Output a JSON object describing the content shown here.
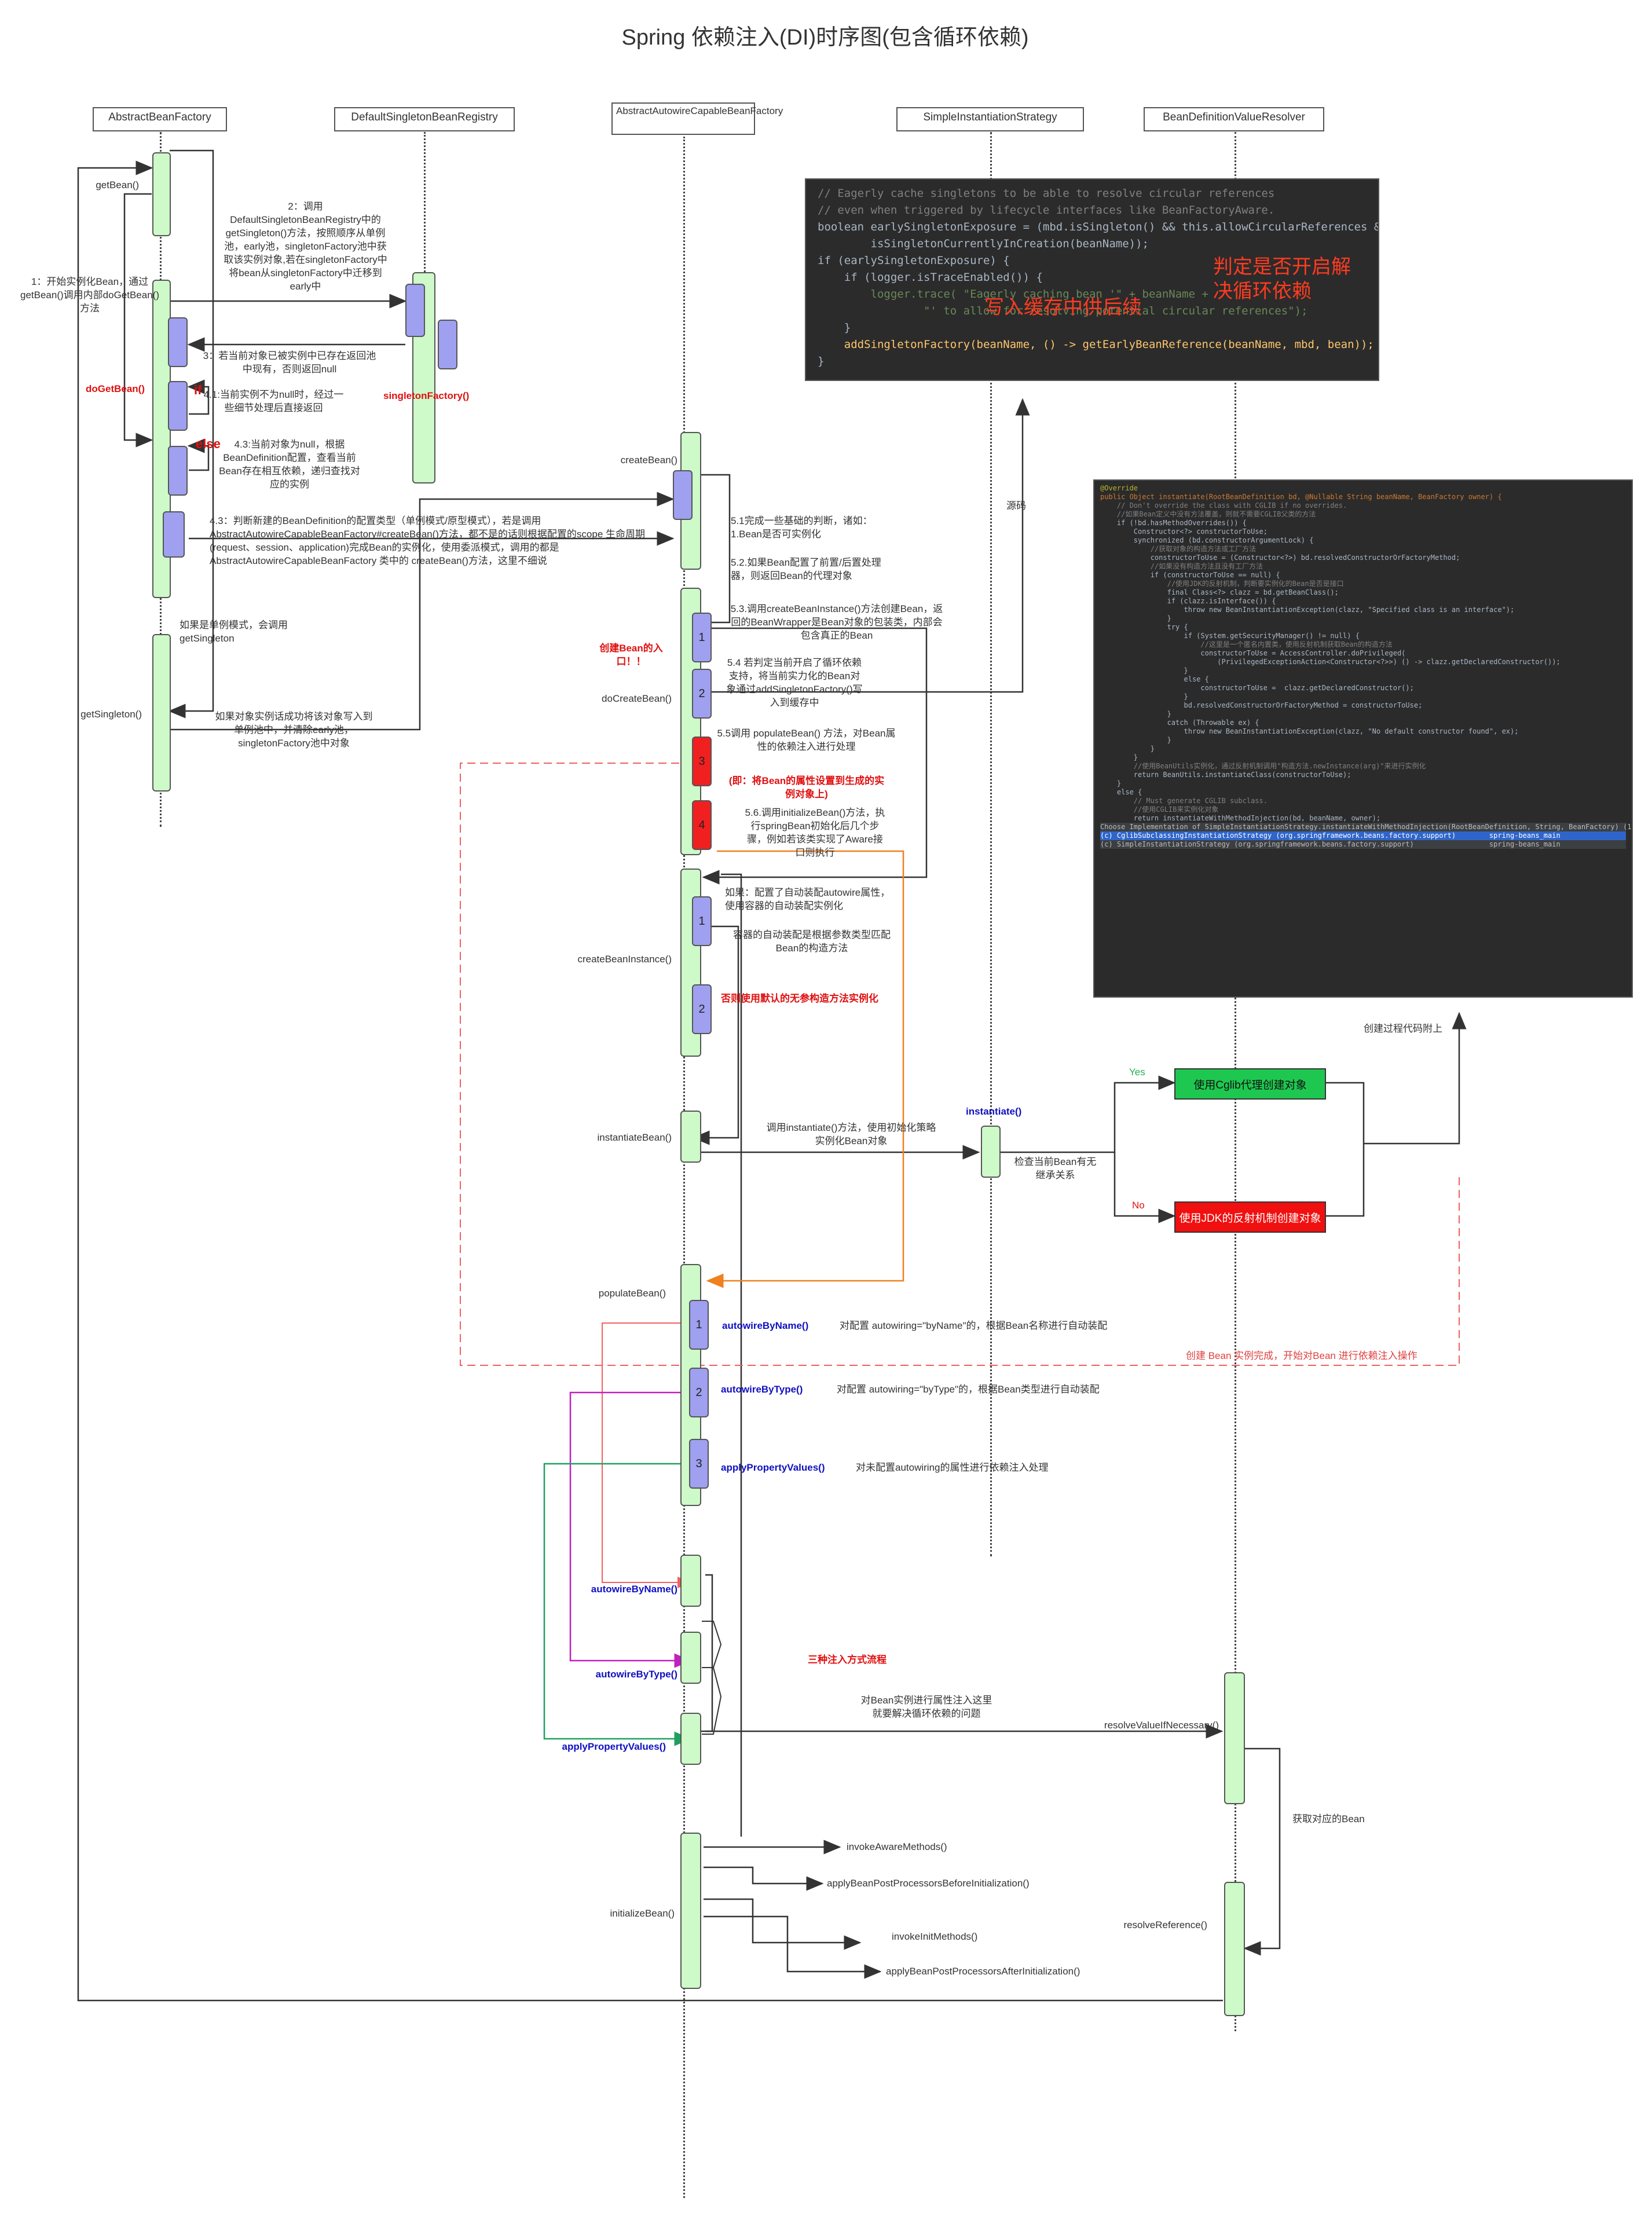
{
  "title": "Spring 依赖注入(DI)时序图(包含循环依赖)",
  "lanes": {
    "abf": "AbstractBeanFactory",
    "dsbr": "DefaultSingletonBeanRegistry",
    "aacbf": "AbstractAutowireCapableBeanFactory",
    "sis": "SimpleInstantiationStrategy",
    "bdvr": "BeanDefinitionValueResolver"
  },
  "methods": {
    "getBean": "getBean()",
    "doGetBean": "doGetBean()",
    "getSingleton": "getSingleton()",
    "singletonFactory": "singletonFactory()",
    "createBean": "createBean()",
    "doCreateBean": "doCreateBean()",
    "createBeanInstance": "createBeanInstance()",
    "instantiateBean": "instantiateBean()",
    "instantiate": "instantiate()",
    "populateBean": "populateBean()",
    "autowireByName": "autowireByName()",
    "autowireByType": "autowireByType()",
    "applyPropertyValues": "applyPropertyValues()",
    "resolveValueIfNecessary": "resolveValueIfNecessary()",
    "resolveReference": "resolveReference()",
    "initializeBean": "initializeBean()",
    "invokeAwareMethods": "invokeAwareMethods()",
    "applyBPPBefore": "applyBeanPostProcessorsBeforeInitialization()",
    "invokeInitMethods": "invokeInitMethods()",
    "applyBPPAfter": "applyBeanPostProcessorsAfterInitialization()"
  },
  "notes": {
    "n1": "1：开始实例化Bean，通过getBean()调用内部doGetBean()方法",
    "n2": "2：调用DefaultSingletonBeanRegistry中的getSingleton()方法，按照顺序从单例池，early池，singletonFactory池中获取该实例对象,若在singletonFactory中将bean从singletonFactory中迁移到early中",
    "n3": "3：若当前对象已被实例中已存在返回池中现有，否则返回null",
    "if": "if",
    "n41": "4.1:当前实例不为null时，经过一些细节处理后直接返回",
    "else": "else",
    "n43": "4.3:当前对象为null，根据BeanDefinition配置，查看当前Bean存在相互依赖，递归查找对应的实例",
    "n43b": "4.3：判断新建的BeanDefinition的配置类型（单例模式/原型模式），若是调用AbstractAutowireCapableBeanFactory#createBean()方法，都不是的话则根据配置的scope 生命周期(request、session、application)完成Bean的实例化，使用委派模式，调用的都是 AbstractAutowireCapableBeanFactory 类中的 createBean()方法，这里不细说",
    "singletonCall": "如果是单例模式，会调用getSingleton",
    "singletonAdd": "如果对象实例话成功将该对象写入到单例池中，并清除early池，singletonFactory池中对象",
    "n51": "5.1完成一些基础的判断，诸如：1.Bean是否可实例化",
    "n52": "5.2.如果Bean配置了前置/后置处理器，则返回Bean的代理对象",
    "n53": "5.3.调用createBeanInstance()方法创建Bean，返回的BeanWrapper是Bean对象的包装类，内部会包含真正的Bean",
    "n54": "5.4 若判定当前开启了循环依赖支持，将当前实力化的Bean对象通过addSingletonFactory()写入到缓存中",
    "n55": "5.5调用 populateBean() 方法，对Bean属性的依赖注入进行处理",
    "n56": "5.6.调用initializeBean()方法，执行springBean初始化后几个步骤，例如若该类实现了Aware接口则执行",
    "createEntry": "创建Bean的入口！！",
    "propSet": "(即：将Bean的属性设置到生成的实例对象上)",
    "autowireCtor": "如果：配置了自动装配autowire属性，使用容器的自动装配实例化",
    "autowireCtor2": "容器的自动装配是根据参数类型匹配Bean的构造方法",
    "defaultCtor": "否则使用默认的无参构造方法实例化",
    "instantiateCall": "调用instantiate()方法，使用初始化策略实例化Bean对象",
    "checkOverride": "检查当前Bean有无继承关系",
    "yes": "Yes",
    "no": "No",
    "cglib": "使用Cglib代理创建对象",
    "jdk": "使用JDK的反射机制创建对象",
    "source": "源码",
    "createCode": "创建过程代码附上",
    "createDone": "创建 Bean 实例完成，开始对Bean 进行依赖注入操作",
    "byNameDesc": "对配置 autowiring=\"byName\"的，根据Bean名称进行自动装配",
    "byTypeDesc": "对配置 autowiring=\"byType\"的，根据Bean类型进行自动装配",
    "applyDesc": "对未配置autowiring的属性进行依赖注入处理",
    "threeWays": "三种注入方式流程",
    "resolveDesc": "对Bean实例进行属性注入这里就要解决循环依赖的问题",
    "getBeanRef": "获取对应的Bean",
    "annot1": "判定是否开启解决循环依赖",
    "annot2": "写入缓存中供后续"
  },
  "subNumbers": [
    "1",
    "2",
    "3",
    "4"
  ],
  "code1": [
    "// Eagerly cache singletons to be able to resolve circular references",
    "// even when triggered by lifecycle interfaces like BeanFactoryAware.",
    "boolean earlySingletonExposure = (mbd.isSingleton() && this.allowCircularReferences &&",
    "        isSingletonCurrentlyInCreation(beanName));",
    "if (earlySingletonExposure) {",
    "    if (logger.isTraceEnabled()) {",
    "        logger.trace( \"Eagerly caching bean '\" + beanName +",
    "                \"' to allow for resolving potential circular references\");",
    "    }",
    "    addSingletonFactory(beanName, () -> getEarlyBeanReference(beanName, mbd, bean));",
    "}"
  ],
  "code2": [
    "@Override",
    "public Object instantiate(RootBeanDefinition bd, @Nullable String beanName, BeanFactory owner) {",
    "    // Don't override the class with CGLIB if no overrides.",
    "    //如果Bean定义中没有方法覆盖，则就不需要CGLIB父类的方法",
    "    if (!bd.hasMethodOverrides()) {",
    "        Constructor<?> constructorToUse;",
    "        synchronized (bd.constructorArgumentLock) {",
    "            //获取对象的构造方法或工厂方法",
    "            constructorToUse = (Constructor<?>) bd.resolvedConstructorOrFactoryMethod;",
    "            //如果没有构造方法且没有工厂方法",
    "            if (constructorToUse == null) {",
    "                //使用JDK的反射机制，判断要实例化的Bean是否是接口",
    "                final Class<?> clazz = bd.getBeanClass();",
    "                if (clazz.isInterface()) {",
    "                    throw new BeanInstantiationException(clazz, \"Specified class is an interface\");",
    "                }",
    "                try {",
    "                    if (System.getSecurityManager() != null) {",
    "                        //这里是一个匿名内置类，使用反射机制获取Bean的构造方法",
    "                        constructorToUse = AccessController.doPrivileged(",
    "                            (PrivilegedExceptionAction<Constructor<?>>) () -> clazz.getDeclaredConstructor());",
    "                    }",
    "                    else {",
    "                        constructorToUse =  clazz.getDeclaredConstructor();",
    "                    }",
    "                    bd.resolvedConstructorOrFactoryMethod = constructorToUse;",
    "                }",
    "                catch (Throwable ex) {",
    "                    throw new BeanInstantiationException(clazz, \"No default constructor found\", ex);",
    "                }",
    "            }",
    "        }",
    "        //使用BeanUtils实例化，通过反射机制调用\"构造方法.newInstance(arg)\"来进行实例化",
    "        return BeanUtils.instantiateClass(constructorToUse);",
    "    }",
    "    else {",
    "        // Must generate CGLIB subclass.",
    "        //使用CGLIB来实例化对象",
    "        return instantiateWithMethodInjection(bd, beanName, owner);",
    "Choose Implementation of SimpleInstantiationStrategy.instantiateWithMethodInjection(RootBeanDefinition, String, BeanFactory) (1 found)",
    "(c) CglibSubclassingInstantiationStrategy (org.springframework.beans.factory.support)        spring-beans_main",
    "(c) SimpleInstantiationStrategy (org.springframework.beans.factory.support)                  spring-beans_main"
  ]
}
